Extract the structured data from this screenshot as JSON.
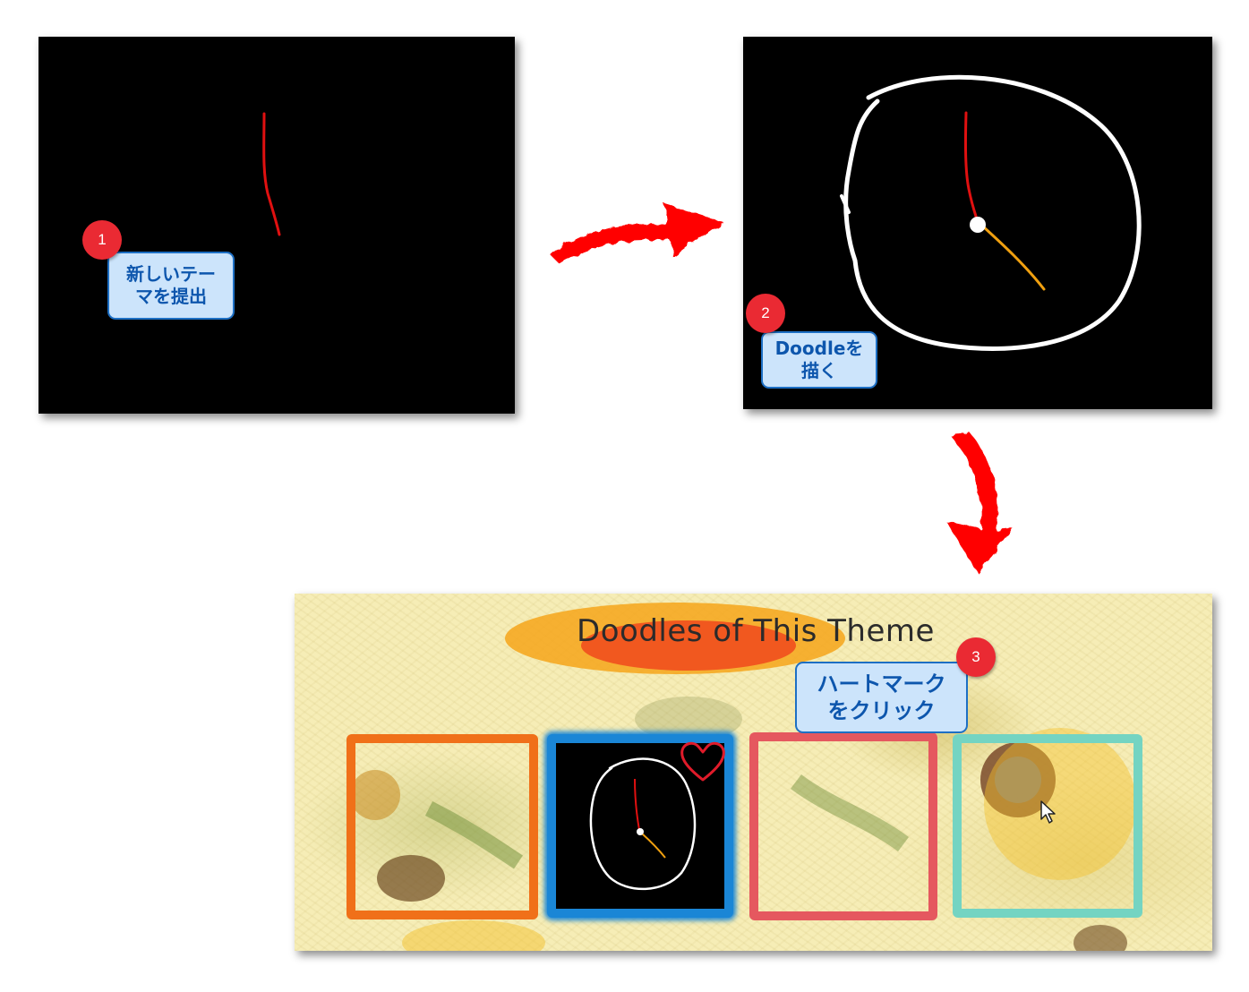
{
  "steps": [
    {
      "number": "1",
      "label_line1": "新しいテー",
      "label_line2": "マを提出"
    },
    {
      "number": "2",
      "label_line1": "Doodleを",
      "label_line2": "描く"
    },
    {
      "number": "3",
      "label_line1": "ハートマーク",
      "label_line2": "をクリック"
    }
  ],
  "gallery": {
    "title": "Doodles of This Theme"
  },
  "colors": {
    "badge": "#ea2a33",
    "bubble_fill": "#cce4fb",
    "bubble_border": "#1d6fc4",
    "arrow": "#ff0000",
    "frame_orange": "#f07019",
    "frame_blue": "#1a86d6",
    "frame_pink": "#e5585f",
    "frame_teal": "#74d4c2"
  },
  "icons": {
    "like": "heart-icon",
    "pointer": "mouse-cursor-icon"
  }
}
